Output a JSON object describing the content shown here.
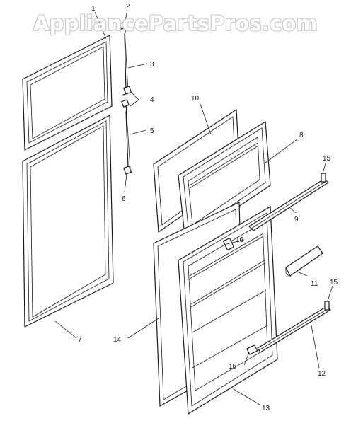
{
  "watermark": "AppliancePartsPros.com",
  "callouts": {
    "c1": "1",
    "c2": "2",
    "c3": "3",
    "c4": "4",
    "c5": "5",
    "c6": "6",
    "c7": "7",
    "c8": "8",
    "c9": "9",
    "c10": "10",
    "c11": "11",
    "c12": "12",
    "c13": "13",
    "c14": "14",
    "c15a": "15",
    "c15b": "15",
    "c16a": "16",
    "c16b": "16"
  }
}
